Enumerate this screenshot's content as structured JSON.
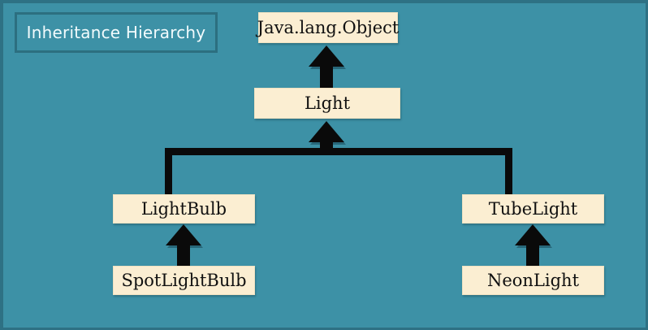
{
  "diagram": {
    "title": "Inheritance Hierarchy",
    "background_color": "#3d91a6",
    "frame_color": "#2e7184",
    "node_fill_color": "#fbeed2",
    "node_text_color": "#101010",
    "connector_color": "#0a0a0a",
    "title_text_color": "#f2fbfd",
    "nodes": [
      {
        "id": "object",
        "label": "Java.lang.Object"
      },
      {
        "id": "light",
        "label": "Light"
      },
      {
        "id": "lightbulb",
        "label": "LightBulb"
      },
      {
        "id": "tubelight",
        "label": "TubeLight"
      },
      {
        "id": "spotlightbulb",
        "label": "SpotLightBulb"
      },
      {
        "id": "neonlight",
        "label": "NeonLight"
      }
    ],
    "edges": [
      {
        "from": "light",
        "to": "object",
        "kind": "inheritance-arrow"
      },
      {
        "from": "lightbulb",
        "to": "light",
        "kind": "inheritance-arrow"
      },
      {
        "from": "tubelight",
        "to": "light",
        "kind": "inheritance-arrow"
      },
      {
        "from": "spotlightbulb",
        "to": "lightbulb",
        "kind": "inheritance-arrow"
      },
      {
        "from": "neonlight",
        "to": "tubelight",
        "kind": "inheritance-arrow"
      }
    ]
  }
}
